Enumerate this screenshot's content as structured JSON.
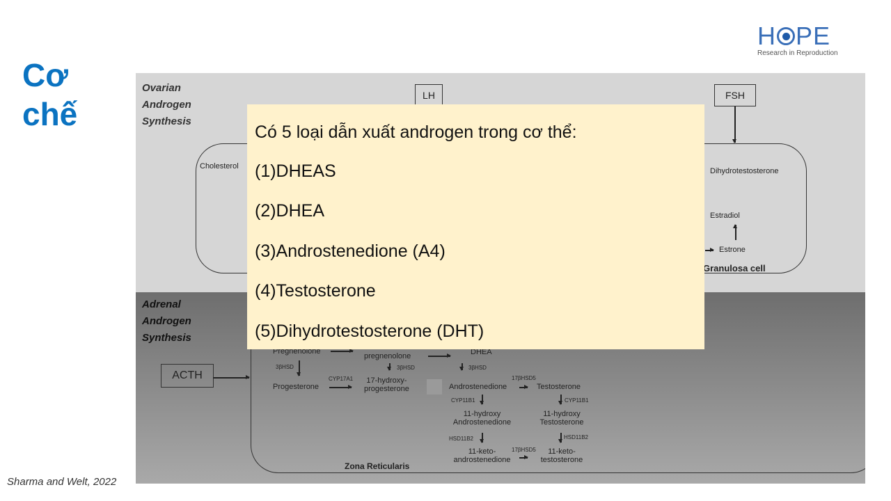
{
  "slide_title": [
    "Cơ",
    "chế"
  ],
  "logo": {
    "text": "HOPE",
    "subtitle": "Research in Reproduction"
  },
  "diagram": {
    "ovarian_label": [
      "Ovarian",
      "Androgen",
      "Synthesis"
    ],
    "adrenal_label": [
      "Adrenal",
      "Androgen",
      "Synthesis"
    ],
    "ovarian": {
      "lh": "LH",
      "fsh": "FSH",
      "cholesterol": "Cholesterol",
      "dihydrotestosterone": "Dihydrotestosterone",
      "estradiol": "Estradiol",
      "estrone": "Estrone",
      "granulosa_cell": "Granulosa cell"
    },
    "adrenal": {
      "acth": "ACTH",
      "pregnenolone": "Pregnenolone",
      "hydroxy_pregnenolone": "pregnenolone",
      "dhea": "DHEA",
      "hsd3b_1": "3βHSD",
      "hsd3b_2": "3βHSD",
      "hsd3b_3": "3βHSD",
      "progesterone": "Progesterone",
      "cyp17a1": "CYP17A1",
      "hydroxy_progesterone": [
        "17-hydroxy-",
        "progesterone"
      ],
      "androstenedione": "Androstenedione",
      "hsd17b5_1": "17βHSD5",
      "testosterone": "Testosterone",
      "cyp11b1_a": "CYP11B1",
      "cyp11b1_b": "CYP11B1",
      "hydroxy_androstenedione": [
        "11-hydroxy",
        "Androstenedione"
      ],
      "hydroxy_testosterone": [
        "11-hydroxy",
        "Testosterone"
      ],
      "hsd11b2_a": "HSD11B2",
      "hsd11b2_b": "HSD11B2",
      "keto_androstenedione": [
        "11-keto-",
        "androstenedione"
      ],
      "hsd17b5_2": "17βHSD5",
      "keto_testosterone": [
        "11-keto-",
        "testosterone"
      ],
      "zona_reticularis": "Zona Reticularis"
    }
  },
  "note": {
    "heading": "Có 5 loại dẫn xuất androgen trong cơ thể:",
    "items": [
      "(1)DHEAS",
      "(2)DHEA",
      "(3)Androstenedione (A4)",
      "(4)Testosterone",
      "(5)Dihydrotestosterone (DHT)"
    ]
  },
  "citation": "Sharma and Welt, 2022"
}
